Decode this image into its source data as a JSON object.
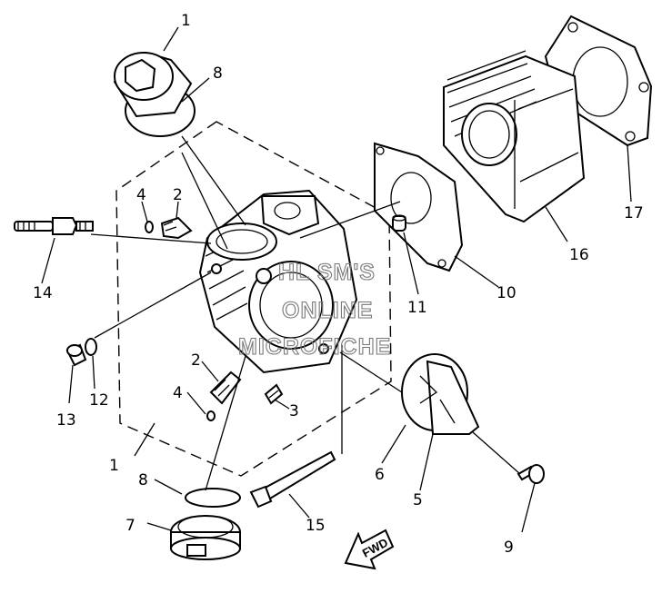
{
  "callouts": [
    {
      "id": "c1",
      "text": "1"
    },
    {
      "id": "c2a",
      "text": "2"
    },
    {
      "id": "c2b",
      "text": "2"
    },
    {
      "id": "c3",
      "text": "3"
    },
    {
      "id": "c4a",
      "text": "4"
    },
    {
      "id": "c4b",
      "text": "4"
    },
    {
      "id": "c5",
      "text": "5"
    },
    {
      "id": "c6",
      "text": "6"
    },
    {
      "id": "c7a",
      "text": "7"
    },
    {
      "id": "c7b",
      "text": "7"
    },
    {
      "id": "c8a",
      "text": "8"
    },
    {
      "id": "c8b",
      "text": "8"
    },
    {
      "id": "c9",
      "text": "9"
    },
    {
      "id": "c10",
      "text": "10"
    },
    {
      "id": "c11",
      "text": "11"
    },
    {
      "id": "c12",
      "text": "12"
    },
    {
      "id": "c13",
      "text": "13"
    },
    {
      "id": "c14",
      "text": "14"
    },
    {
      "id": "c15",
      "text": "15"
    },
    {
      "id": "c16",
      "text": "16"
    },
    {
      "id": "c17",
      "text": "17"
    }
  ],
  "watermark": {
    "line1": "HL SM'S",
    "line2": "ONLINE",
    "line3": "MICROFICHE"
  },
  "fwd_arrow": {
    "text": "FWD"
  }
}
